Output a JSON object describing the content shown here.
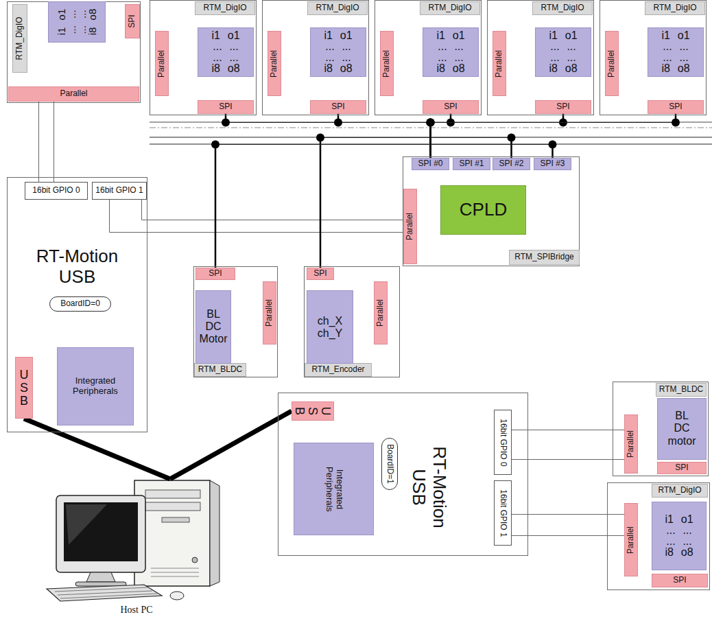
{
  "diagram": {
    "nodes": [
      {
        "text": [
          "RTM_DigIO"
        ]
      },
      {
        "text": [
          "i1 o1 ... ... ... ... i8 o8"
        ],
        "in": 0
      },
      {
        "text": [
          "SPI"
        ],
        "in": 0
      },
      {
        "text": [
          "Parallel"
        ],
        "in": 0
      },
      {
        "text": [
          "RTM_DigIO"
        ]
      },
      {
        "text": [
          "Parallel"
        ],
        "in": 4
      },
      {
        "text": [
          "i1 o1 ... ... ... ... i8 o8"
        ],
        "in": 4
      },
      {
        "text": [
          "SPI"
        ],
        "in": 4
      },
      {
        "text": [
          "RTM_DigIO"
        ]
      },
      {
        "text": [
          "Parallel"
        ],
        "in": 8
      },
      {
        "text": [
          "i1 o1 ... ... ... ... i8 o8"
        ],
        "in": 8
      },
      {
        "text": [
          "SPI"
        ],
        "in": 8
      },
      {
        "text": [
          "RTM_DigIO"
        ]
      },
      {
        "text": [
          "Parallel"
        ],
        "in": 12
      },
      {
        "text": [
          "i1 o1 ... ... ... ... i8 o8"
        ],
        "in": 12
      },
      {
        "text": [
          "SPI"
        ],
        "in": 12
      },
      {
        "text": [
          "RTM_DigIO"
        ]
      },
      {
        "text": [
          "Parallel"
        ],
        "in": 16
      },
      {
        "text": [
          "i1 o1 ... ... ... ... i8 o8"
        ],
        "in": 16
      },
      {
        "text": [
          "SPI"
        ],
        "in": 16
      },
      {
        "text": [
          "RTM_DigIO"
        ]
      },
      {
        "text": [
          "Parallel"
        ],
        "in": 20
      },
      {
        "text": [
          "i1 o1 ... ... ... ... i8 o8"
        ],
        "in": 20
      },
      {
        "text": [
          "SPI"
        ],
        "in": 20
      },
      {
        "text": [
          "RT-Motion USB"
        ]
      },
      {
        "text": [
          "16bit GPIO 0"
        ],
        "in": 24
      },
      {
        "text": [
          "16bit GPIO 1"
        ],
        "in": 24
      },
      {
        "text": [
          "BoardID=0"
        ],
        "in": 24
      },
      {
        "text": [
          "USB"
        ],
        "in": 24
      },
      {
        "text": [
          "Integrated Peripherals"
        ],
        "in": 24
      },
      {
        "text": [
          "RTM_SPIBridge"
        ]
      },
      {
        "text": [
          "SPI #0"
        ],
        "in": 30
      },
      {
        "text": [
          "SPI #1"
        ],
        "in": 30
      },
      {
        "text": [
          "SPI #2"
        ],
        "in": 30
      },
      {
        "text": [
          "SPI #3"
        ],
        "in": 30
      },
      {
        "text": [
          "CPLD"
        ],
        "in": 30
      },
      {
        "text": [
          "Parallel"
        ],
        "in": 30
      },
      {
        "text": [
          "RTM_BLDC"
        ]
      },
      {
        "text": [
          "SPI"
        ],
        "in": 37
      },
      {
        "text": [
          "BL DC Motor"
        ],
        "in": 37
      },
      {
        "text": [
          "Parallel"
        ],
        "in": 37
      },
      {
        "text": [
          "RTM_Encoder"
        ]
      },
      {
        "text": [
          "SPI"
        ],
        "in": 41
      },
      {
        "text": [
          "ch_X ch_Y"
        ],
        "in": 41
      },
      {
        "text": [
          "Parallel"
        ],
        "in": 41
      },
      {
        "text": [
          "RT-Motion USB"
        ]
      },
      {
        "text": [
          "USB"
        ],
        "in": 45
      },
      {
        "text": [
          "Integrated Peripherals"
        ],
        "in": 45
      },
      {
        "text": [
          "BoardID=1"
        ],
        "in": 45
      },
      {
        "text": [
          "16bit GPIO 0"
        ],
        "in": 45
      },
      {
        "text": [
          "16bit GPIO 1"
        ],
        "in": 45
      },
      {
        "text": [
          "RTM_BLDC"
        ]
      },
      {
        "text": [
          "Parallel"
        ],
        "in": 51
      },
      {
        "text": [
          "BL DC motor"
        ],
        "in": 51
      },
      {
        "text": [
          "SPI"
        ],
        "in": 51
      },
      {
        "text": [
          "RTM_DigIO"
        ]
      },
      {
        "text": [
          "Parallel"
        ],
        "in": 55
      },
      {
        "text": [
          "i1 o1 ... ... ... ... i8 o8"
        ],
        "in": 55
      },
      {
        "text": [
          "SPI"
        ],
        "in": 55
      },
      {
        "text": [
          "Host PC"
        ]
      }
    ],
    "edges": [
      {
        "from": 3,
        "to": 25,
        "arrow": "none"
      },
      {
        "from": 26,
        "to": 36,
        "arrow": "none"
      },
      {
        "from": 31,
        "to": 7,
        "arrow": "none"
      },
      {
        "from": 31,
        "to": 11,
        "arrow": "none"
      },
      {
        "from": 31,
        "to": 15,
        "arrow": "none"
      },
      {
        "from": 31,
        "to": 19,
        "arrow": "none"
      },
      {
        "from": 31,
        "to": 23,
        "arrow": "none"
      },
      {
        "from": 33,
        "to": 42,
        "arrow": "none"
      },
      {
        "from": 34,
        "to": 38,
        "arrow": "none"
      },
      {
        "from": 49,
        "to": 52,
        "arrow": "none"
      },
      {
        "from": 50,
        "to": 56,
        "arrow": "none"
      },
      {
        "from": 28,
        "to": 59,
        "arrow": "none"
      },
      {
        "from": 46,
        "to": 59,
        "arrow": "none"
      }
    ]
  }
}
